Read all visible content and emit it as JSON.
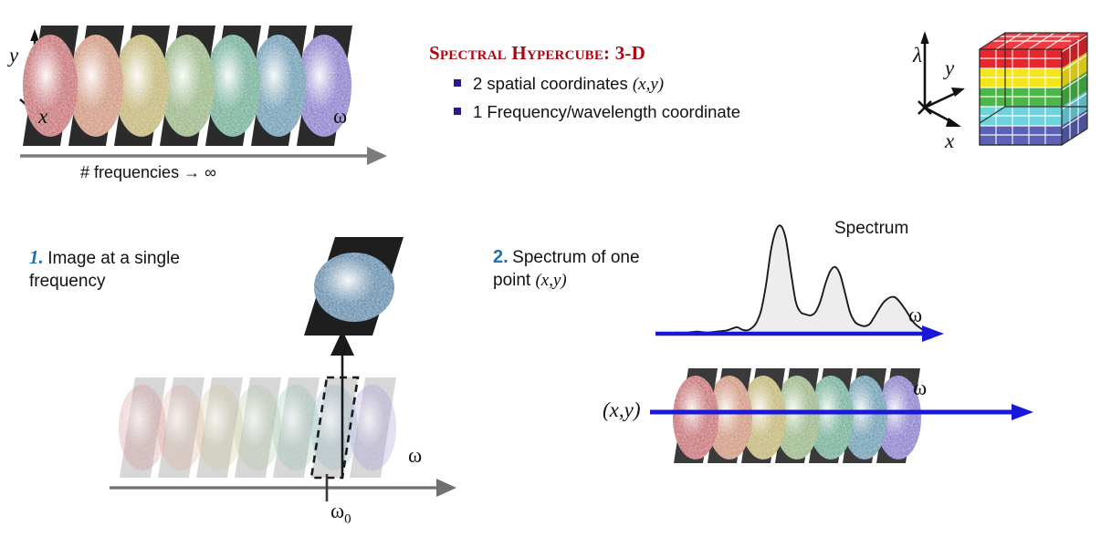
{
  "header": {
    "title": "Spectral Hypercube: 3-D",
    "title_color": "#B00510",
    "bullets": [
      {
        "text": "2 spatial coordinates ",
        "math": "(x,y)"
      },
      {
        "text": "1 Frequency/wavelength coordinate",
        "math": ""
      }
    ],
    "bullet_color": "#2A1A8C"
  },
  "top_stack": {
    "axis_y_label": "y",
    "axis_x_label": "x",
    "omega_label": "ω",
    "caption": "# frequencies  →  ∞",
    "slice_count": 7,
    "slice_colors": [
      "#C4565C",
      "#CE8B6A",
      "#BFB15C",
      "#8FB277",
      "#55A98D",
      "#4E93AE",
      "#7B6BC9"
    ]
  },
  "hypercube": {
    "axis_lambda_label": "λ",
    "axis_y_label": "y",
    "axis_x_label": "x",
    "layer_colors": [
      "#E8262D",
      "#F5E51C",
      "#4CB749",
      "#6FD3DE",
      "#5B62B5"
    ],
    "layer_names": [
      "red",
      "yellow",
      "green",
      "cyan",
      "blue"
    ],
    "grid_color": "#FFFFFF"
  },
  "panel1": {
    "number": "1.",
    "number_color": "#1F6FB2",
    "text": "Image at a single\nfrequency",
    "omega_label": "ω",
    "omega_zero_label": "ω",
    "omega_zero_sub": "0",
    "extracted_slice_color": "#3C7FA6",
    "faded_slice_colors": [
      "#C4565C",
      "#CE8B6A",
      "#BFB15C",
      "#8FB277",
      "#55A98D",
      "#4E93AE",
      "#7B6BC9"
    ],
    "slice_count": 7,
    "highlighted_slice_index": 6,
    "axis_color": "#808080"
  },
  "panel2": {
    "number": "2.",
    "number_color": "#1F6FB2",
    "text": "Spectrum of one\npoint ",
    "text_math": "(x,y)",
    "spectrum_label": "Spectrum",
    "omega_label_top": "ω",
    "omega_label_bottom": "ω",
    "point_label": "(x,y)",
    "arrow_color": "#1A18D8",
    "slice_count": 7,
    "slice_colors": [
      "#C4565C",
      "#CE8B6A",
      "#BFB15C",
      "#8FB277",
      "#55A98D",
      "#4E93AE",
      "#7B6BC9"
    ]
  },
  "chart_data": {
    "type": "line",
    "title": "Spectrum",
    "xlabel": "ω",
    "ylabel": "",
    "fill": "#EDEDED",
    "stroke": "#1A1A1A",
    "baseline_color": "#1A18D8",
    "x": [
      0,
      4,
      8,
      12,
      16,
      20,
      24,
      26,
      28,
      30,
      32,
      34,
      36,
      38,
      40,
      42,
      44,
      46,
      48,
      50,
      52,
      54,
      56,
      58,
      60,
      62,
      64,
      66,
      68,
      70,
      72,
      74,
      76,
      78,
      80,
      84,
      88,
      92,
      96,
      100
    ],
    "y": [
      1,
      1,
      2,
      1,
      2,
      3,
      6,
      4,
      3,
      5,
      10,
      22,
      46,
      78,
      96,
      100,
      88,
      58,
      30,
      20,
      18,
      17,
      20,
      30,
      46,
      58,
      62,
      55,
      38,
      20,
      11,
      8,
      7,
      9,
      16,
      30,
      34,
      24,
      10,
      3
    ],
    "peaks": [
      {
        "name": "peak-1",
        "x": 42,
        "height": 100
      },
      {
        "name": "peak-2",
        "x": 64,
        "height": 62
      },
      {
        "name": "peak-3",
        "x": 88,
        "height": 34
      }
    ],
    "ylim": [
      0,
      110
    ],
    "xlim": [
      0,
      100
    ],
    "grid": false,
    "legend": false
  }
}
